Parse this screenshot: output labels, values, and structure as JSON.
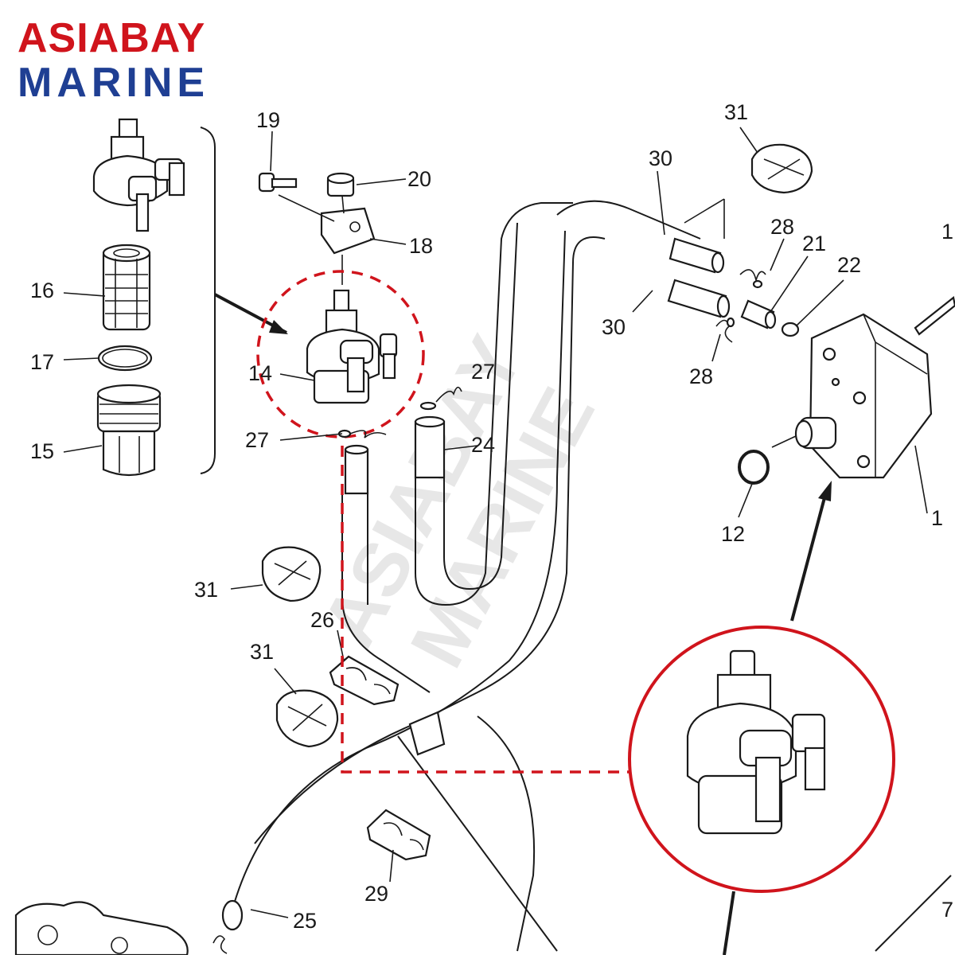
{
  "brand": {
    "line1": "ASIABAY",
    "line2": "MARINE",
    "color1": "#d0141c",
    "color2": "#1f3f93"
  },
  "watermark": {
    "line1": "ASIABAY",
    "line2": "MARINE"
  },
  "colors": {
    "highlight": "#d0141c",
    "ink": "#1a1a1a"
  },
  "callouts": {
    "n19": "19",
    "n20": "20",
    "n18": "18",
    "n16": "16",
    "n17": "17",
    "n15": "15",
    "n14": "14",
    "n27a": "27",
    "n27b": "27",
    "n24": "24",
    "n31a": "31",
    "n31b": "31",
    "n31c": "31",
    "n26": "26",
    "n29": "29",
    "n25": "25",
    "n30a": "30",
    "n30b": "30",
    "n28a": "28",
    "n28b": "28",
    "n21": "21",
    "n22": "22",
    "n12": "12",
    "n1a": "1",
    "n1b": "1",
    "n7": "7"
  }
}
